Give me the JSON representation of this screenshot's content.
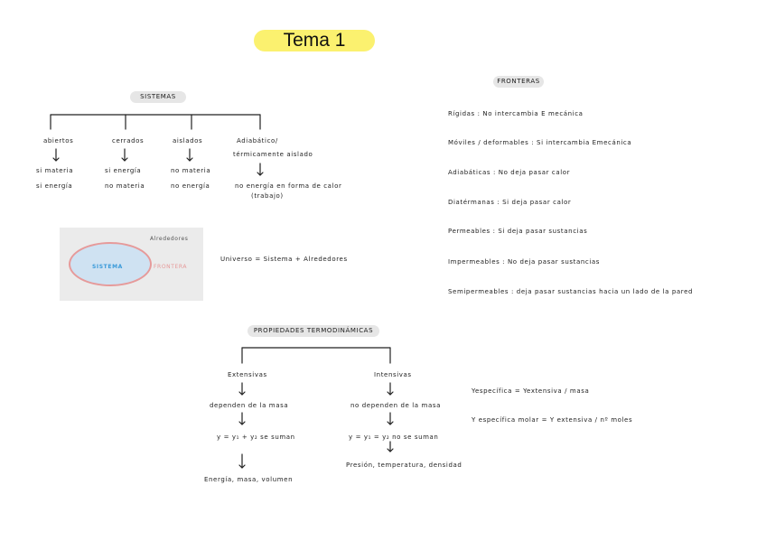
{
  "title": "Tema 1",
  "sistemas": {
    "header": "SISTEMAS",
    "branches": [
      {
        "name": "abiertos",
        "lines": [
          "si materia",
          "si energía"
        ]
      },
      {
        "name": "cerrados",
        "lines": [
          "si energía",
          "no materia"
        ]
      },
      {
        "name": "aislados",
        "lines": [
          "no materia",
          "no energía"
        ]
      },
      {
        "name": "Adiabático/ térmicamente aislado",
        "name_line1": "Adiabático/",
        "name_line2": "térmicamente aislado",
        "lines": [
          "no energía en forma de calor",
          "(trabajo)"
        ]
      }
    ]
  },
  "diagram": {
    "alrededores": "Alrededores",
    "sistema": "SISTEMA",
    "frontera": "FRONTERA",
    "universo": "Universo = Sistema + Alrededores"
  },
  "fronteras": {
    "header": "FRONTERAS",
    "items": [
      "Rígidas :  No intercambia  E mecánica",
      "Móviles / deformables :  Si intercambia  Emecánica",
      "Adiabáticas :  No deja pasar calor",
      "Diatérmanas :  Si deja pasar calor",
      "Permeables :  Si deja pasar sustancias",
      "Impermeables :  No deja pasar sustancias",
      "Semipermeables :  deja pasar sustancias hacia un lado de la pared"
    ]
  },
  "propiedades": {
    "header": "PROPIEDADES TERMODINÁMICAS",
    "extensivas": {
      "name": "Extensivas",
      "lines": [
        "dependen de la masa",
        "y = y₁ + y₂  se suman",
        "Energía, masa, volumen"
      ]
    },
    "intensivas": {
      "name": "Intensivas",
      "lines": [
        "no dependen de la masa",
        "y = y₁ = y₂  no se suman",
        "Presión, temperatura, densidad"
      ]
    },
    "formulas": [
      "Yespecífica =  Yextensiva / masa",
      "Y específica molar =  Y extensiva / nº moles"
    ]
  },
  "colors": {
    "title_highlight": "#fbf16f",
    "pill": "#e6e6e6",
    "frontera": "#e69a9a",
    "sistema_text": "#3a9ad9",
    "sistema_fill": "#cfe2f2"
  }
}
